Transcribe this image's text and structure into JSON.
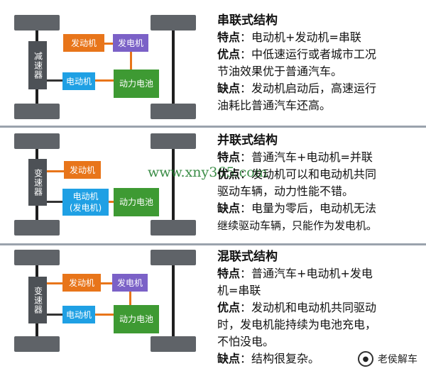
{
  "panels": [
    {
      "title": "串联式结构",
      "gearbox": "减速器",
      "boxes": {
        "engine": "发动机",
        "generator": "发电机",
        "motor": "电动机",
        "battery": "动力电池"
      },
      "lines": [
        {
          "label": "特点",
          "sep": "：",
          "text": "电动机+发动机=串联"
        },
        {
          "label": "优点",
          "sep": "：",
          "text": "中低速运行或者城市工况"
        },
        {
          "label": "",
          "sep": "",
          "text": "节油效果优于普通汽车。"
        },
        {
          "label": "缺点",
          "sep": "：",
          "text": "发动机启动后，高速运行"
        },
        {
          "label": "",
          "sep": "",
          "text": "油耗比普通汽车还高。"
        }
      ]
    },
    {
      "title": "并联式结构",
      "gearbox": "变速器",
      "boxes": {
        "engine": "发动机",
        "motor": "电动机",
        "motor_sub": "(发电机)",
        "battery": "动力电池"
      },
      "lines": [
        {
          "label": "特点",
          "sep": "：",
          "text": "普通汽车+电动机=并联"
        },
        {
          "label": "优点",
          "sep": "：",
          "text": "发动机可以和电动机共同"
        },
        {
          "label": "",
          "sep": "",
          "text": "驱动车辆，动力性能不错。"
        },
        {
          "label": "缺点",
          "sep": "：",
          "text": "电量为零后，电动机无法"
        },
        {
          "label": "",
          "sep": "",
          "text": "继续驱动车辆，只能作为发电机。"
        }
      ]
    },
    {
      "title": "混联式结构",
      "gearbox": "变速器",
      "boxes": {
        "engine": "发动机",
        "generator": "发电机",
        "motor": "电动机",
        "battery": "动力电池"
      },
      "lines": [
        {
          "label": "特点",
          "sep": "：",
          "text": "普通汽车+电动机+发电"
        },
        {
          "label": "",
          "sep": "",
          "text": "机=串联"
        },
        {
          "label": "优点",
          "sep": "：",
          "text": "发动机和电动机共同驱动"
        },
        {
          "label": "",
          "sep": "",
          "text": "时，发电机能持续为电池充电，"
        },
        {
          "label": "",
          "sep": "",
          "text": "不怕没电。"
        },
        {
          "label": "缺点",
          "sep": "：",
          "text": "结构很复杂。"
        }
      ]
    }
  ],
  "watermark": "www.xny365.com",
  "brand": {
    "name": "老侯解车",
    "icon": "wechat-icon"
  },
  "colors": {
    "engine": "#e8751a",
    "generator": "#7b61c7",
    "motor": "#1fa0e4",
    "battery": "#3e9a33",
    "gearbox": "#4d5156",
    "divider": "#9aa3ad"
  }
}
